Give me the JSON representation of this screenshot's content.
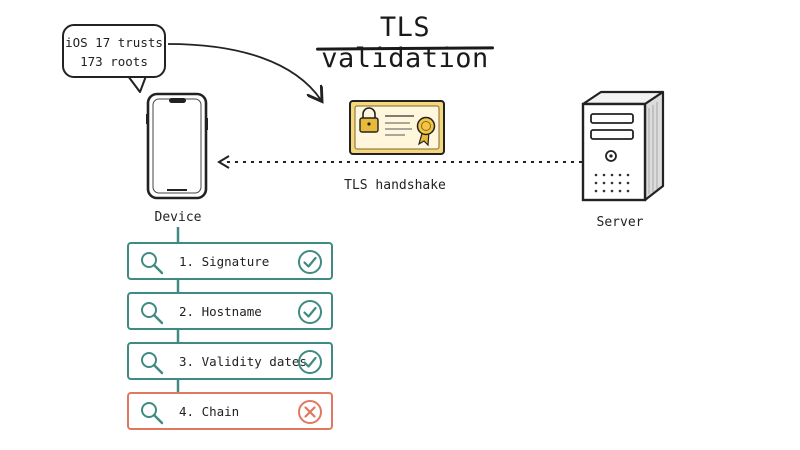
{
  "title": "TLS validation",
  "callout": {
    "line1": "iOS 17 trusts",
    "line2": "173 roots"
  },
  "device": {
    "label": "Device"
  },
  "server": {
    "label": "Server"
  },
  "handshake": {
    "label": "TLS handshake"
  },
  "checks": [
    {
      "label": "1. Signature",
      "status": "pass",
      "icon": "check-icon"
    },
    {
      "label": "2. Hostname",
      "status": "pass",
      "icon": "check-icon"
    },
    {
      "label": "3. Validity dates",
      "status": "pass",
      "icon": "check-icon"
    },
    {
      "label": "4. Chain",
      "status": "fail",
      "icon": "x-icon"
    }
  ],
  "colors": {
    "pass": "#3f8a82",
    "fail": "#e07860",
    "certificate": "#f6d77a",
    "ink": "#1f1f1f"
  }
}
